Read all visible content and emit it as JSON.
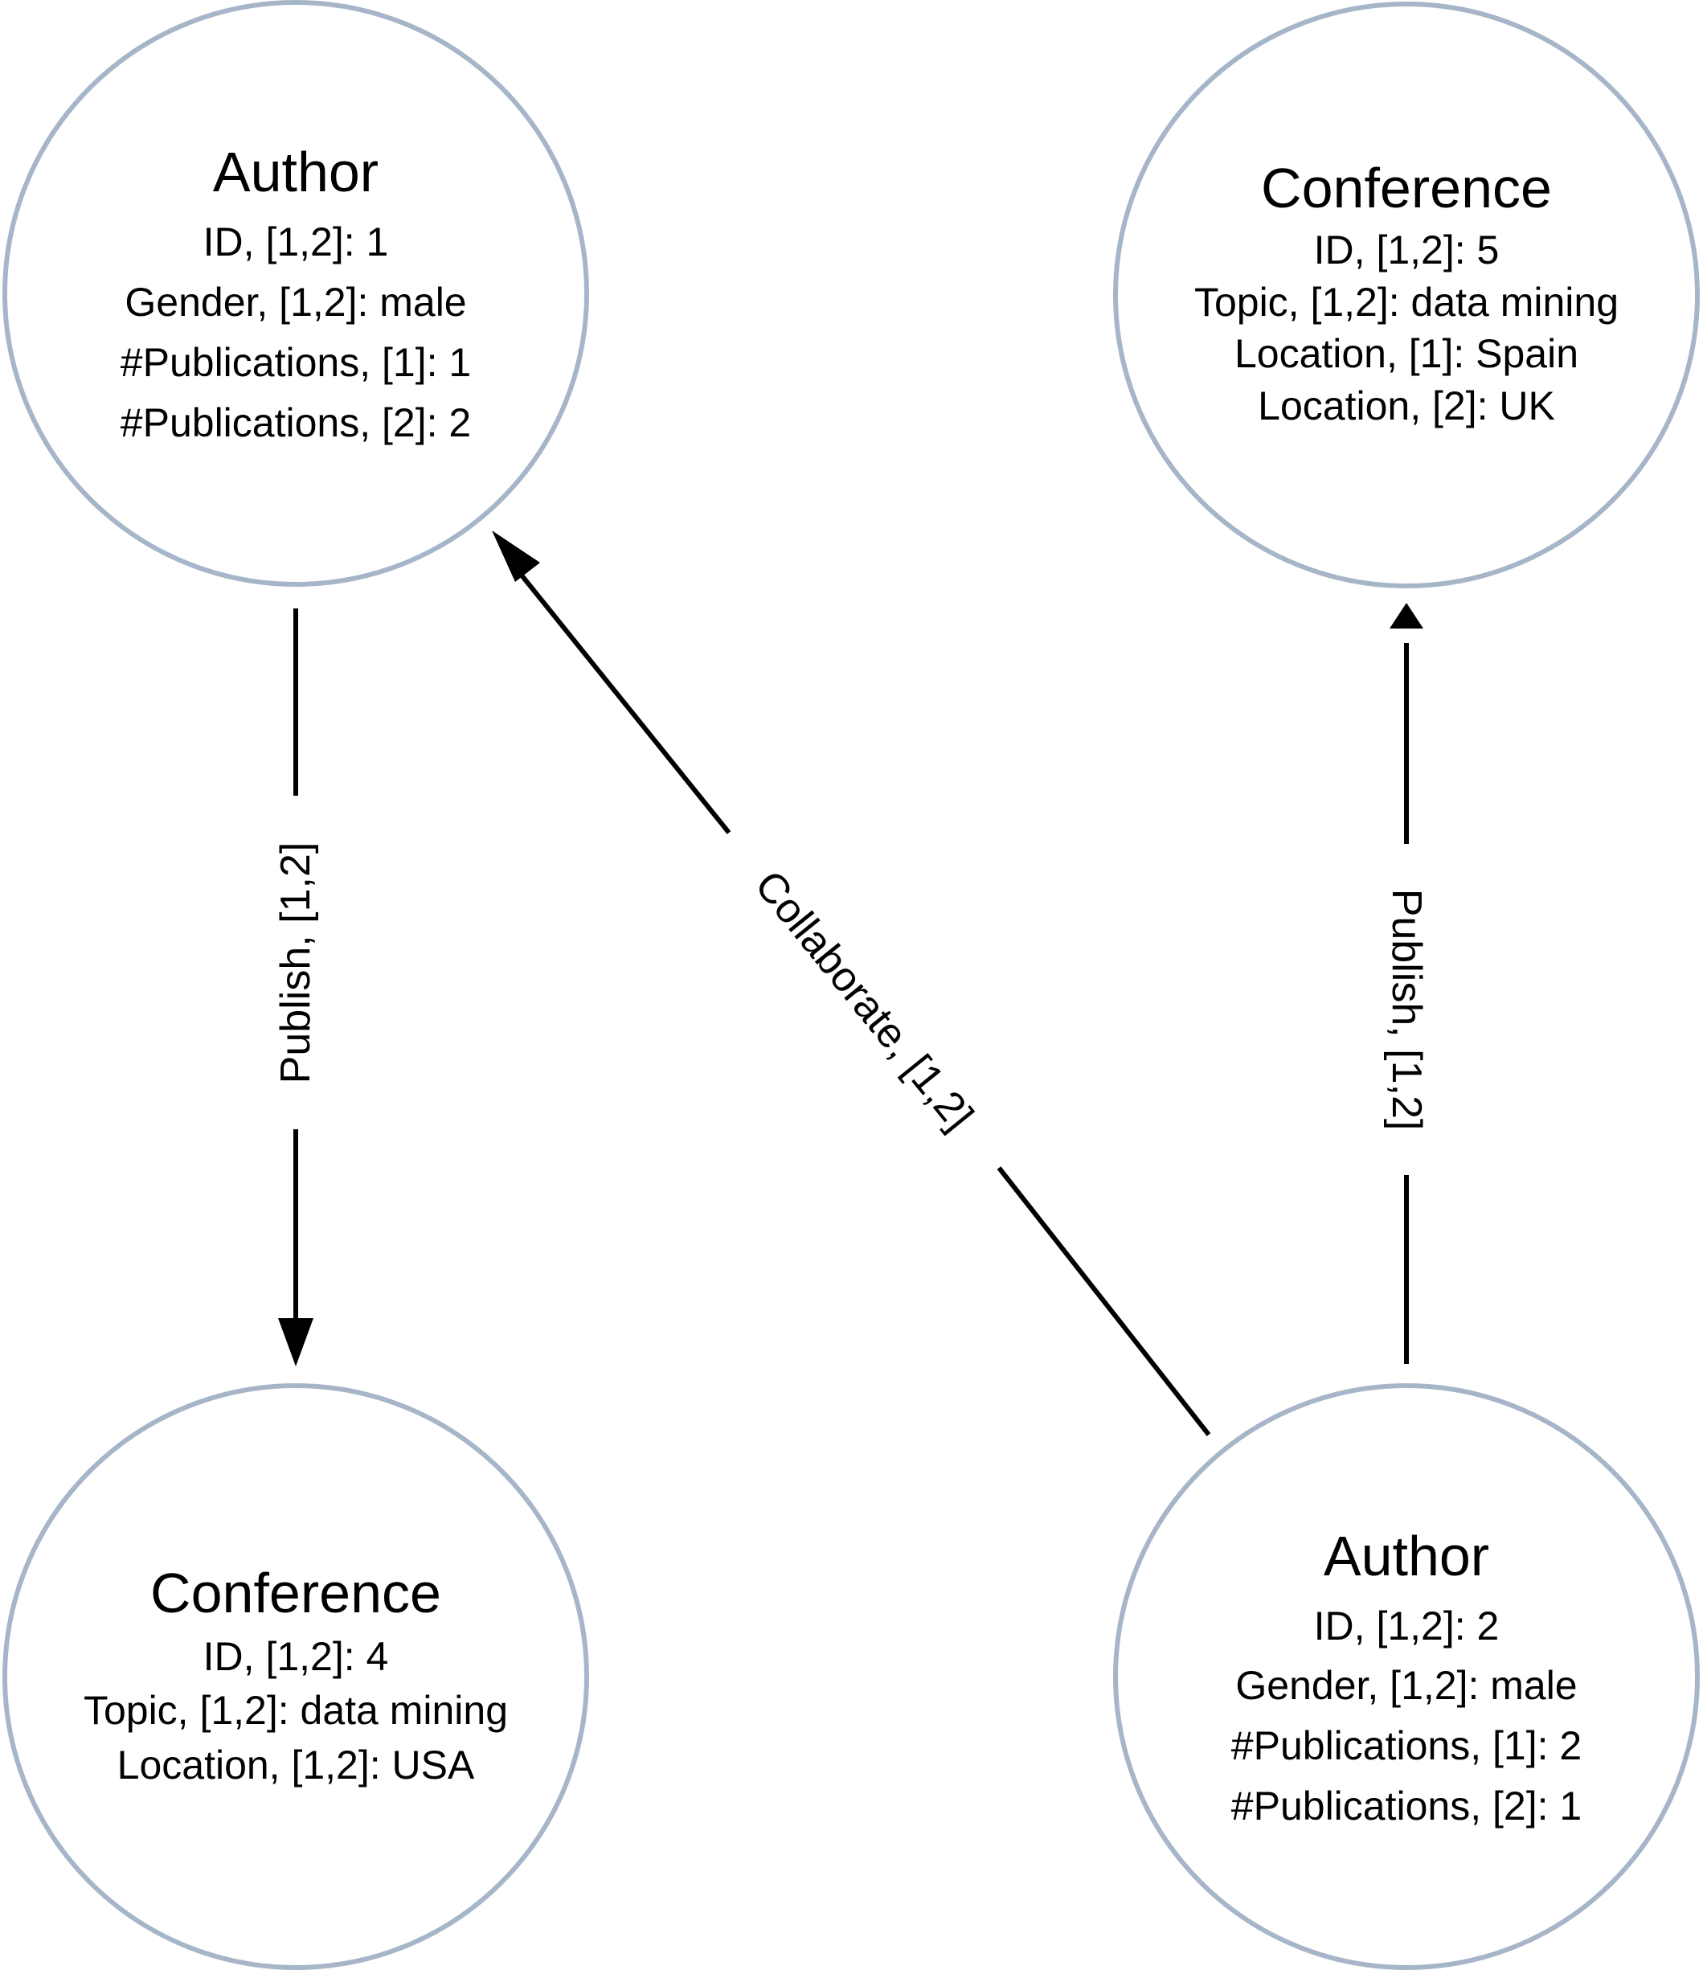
{
  "diagram": {
    "type": "graph",
    "colors": {
      "node_border": "#a6b6c8",
      "edge": "#000000",
      "text": "#000000",
      "background": "#ffffff"
    },
    "nodes": [
      {
        "id": "author1",
        "title": "Author",
        "attributes": [
          "ID, [1,2]: 1",
          "Gender, [1,2]: male",
          "#Publications, [1]: 1",
          "#Publications, [2]: 2"
        ]
      },
      {
        "id": "conference5",
        "title": "Conference",
        "attributes": [
          "ID, [1,2]: 5",
          "Topic, [1,2]: data mining",
          "Location, [1]: Spain",
          "Location, [2]: UK"
        ]
      },
      {
        "id": "conference4",
        "title": "Conference",
        "attributes": [
          "ID, [1,2]: 4",
          "Topic, [1,2]: data mining",
          "Location, [1,2]: USA"
        ]
      },
      {
        "id": "author2",
        "title": "Author",
        "attributes": [
          "ID, [1,2]: 2",
          "Gender, [1,2]: male",
          "#Publications, [1]: 2",
          "#Publications, [2]: 1"
        ]
      }
    ],
    "edges": [
      {
        "from": "author1",
        "to": "conference4",
        "label": "Publish, [1,2]"
      },
      {
        "from": "author2",
        "to": "author1",
        "label": "Collaborate, [1,2]"
      },
      {
        "from": "author2",
        "to": "conference5",
        "label": "Publish, [1,2]"
      }
    ]
  }
}
